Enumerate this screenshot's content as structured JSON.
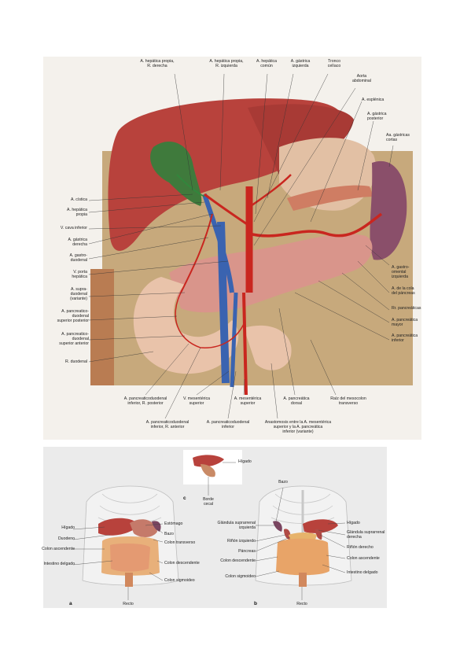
{
  "top_labels": {
    "top": [
      "A. hepática propia,\nR. derecha",
      "A. hepática propia,\nR. izquierda",
      "A. hepática\ncomún",
      "A. gástrica\nizquierda",
      "Tronco\ncelíaco",
      "Aorta\nabdominal"
    ],
    "right": [
      "A. esplénica",
      "A. gástrica\nposterior",
      "Aa. gástricas\ncortas",
      "A. gastro-\nomental\nizquierda",
      "A. de la cola\ndel páncreas",
      "Rr. pancreáticas",
      "A. pancreática\nmayor",
      "A. pancreática\ninferior"
    ],
    "left": [
      "A. cística",
      "A. hepática\npropia",
      "V. cava inferior",
      "A. gástrica\nderecha",
      "A. gastro-\nduodenal",
      "V. porta\nhepática",
      "A. supra-\nduodenal\n(variante)",
      "A. pancreatico-\nduodenal\nsuperior posterior",
      "A. pancreatico-\nduodenal\nsuperior anterior",
      "R. duodenal"
    ],
    "bottom": [
      "A. pancreaticoduodenal\ninferior, R. posterior",
      "V. mesentérica\nsuperior",
      "A. mesentérica\nsuperior",
      "A. pancreática\ndorsal",
      "Raíz del mesocolon\ntransverso",
      "A. pancreaticoduodenal\ninferior, R. anterior",
      "A. pancreaticoduodenal\ninferior",
      "Anastomosis entre la A. mesentérica\nsuperior y la A. pancreática\ninferior (variante)"
    ]
  },
  "panel_a": {
    "letter": "a",
    "left": [
      "Hígado",
      "Duodeno",
      "Colon ascendente",
      "Intestino delgado"
    ],
    "right": [
      "Estómago",
      "Bazo",
      "Colon transverso",
      "Colon descendente",
      "Colon sigmoideo"
    ],
    "bottom": "Recto"
  },
  "panel_b": {
    "letter": "b",
    "top": "Bazo",
    "left": [
      "Glándula suprarrenal\nizquierda",
      "Riñón izquierdo",
      "Páncreas",
      "Colon descendente",
      "Colon sigmoideo"
    ],
    "right": [
      "Hígado",
      "Glándula suprarrenal\nderecha",
      "Riñón derecho",
      "Colon ascendente",
      "Intestino delgado"
    ],
    "bottom": "Recto"
  },
  "panel_c": {
    "letter": "c",
    "right": "Hígado",
    "bottom": "Borde\ncecal"
  },
  "colors": {
    "liver": "#b8423c",
    "gallbladder": "#3f7a3c",
    "pancreas": "#d9958b",
    "duodenum": "#e9c3aa",
    "spleen": "#8a4f6a",
    "stomach": "#e2c0a4",
    "artery": "#c9261f",
    "vein": "#3a63b0",
    "background_tissue": "#c7a97c"
  }
}
